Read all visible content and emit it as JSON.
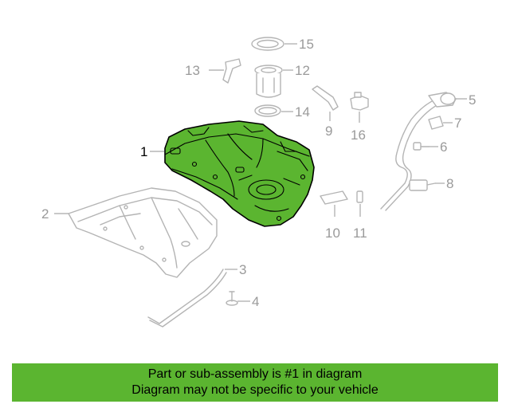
{
  "diagram": {
    "callouts": [
      "1",
      "2",
      "3",
      "4",
      "5",
      "6",
      "7",
      "8",
      "9",
      "10",
      "11",
      "12",
      "13",
      "14",
      "15",
      "16"
    ],
    "highlight_color": "#5bb530",
    "highlighted_part": "1"
  },
  "banner": {
    "line1": "Part or sub-assembly is #1 in diagram",
    "line2": "Diagram may not be specific to your vehicle",
    "color": "#5bb530"
  }
}
